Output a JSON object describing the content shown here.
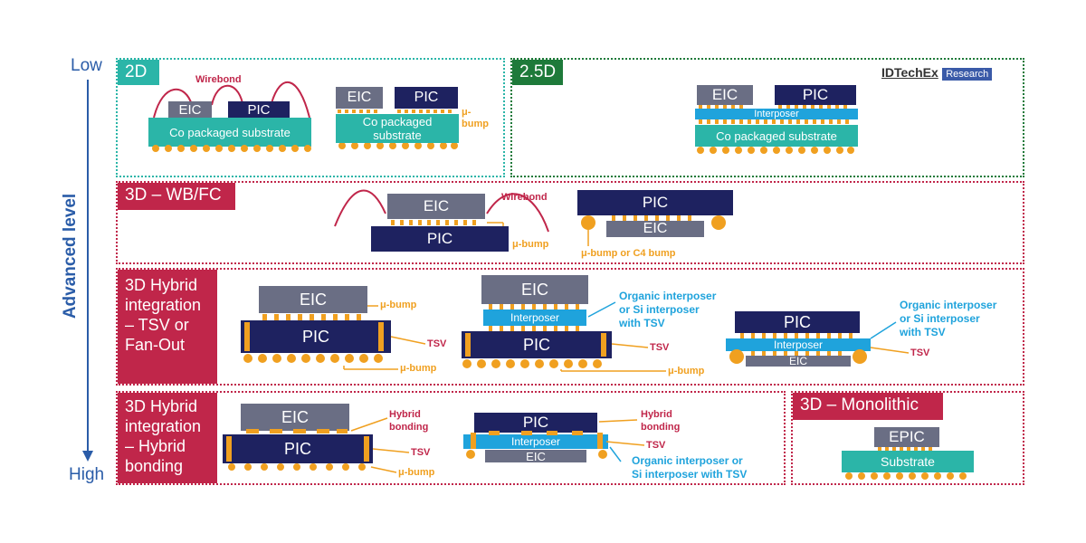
{
  "axis": {
    "low": "Low",
    "high": "High",
    "title": "Advanced level"
  },
  "brand": {
    "name": "IDTechEx",
    "tag": "Research"
  },
  "panels": {
    "p2d": {
      "title": "2D",
      "wirebond": "Wirebond",
      "eic": "EIC",
      "pic": "PIC",
      "substrate": "Co packaged substrate",
      "eic2": "EIC",
      "pic2": "PIC",
      "substrate2a": "Co packaged",
      "substrate2b": "substrate",
      "ubump_a": "μ-",
      "ubump_b": "bump"
    },
    "p25d": {
      "title": "2.5D",
      "eic": "EIC",
      "pic": "PIC",
      "interposer": "Interposer",
      "substrate": "Co packaged substrate"
    },
    "p3dwb": {
      "title": "3D – WB/FC",
      "eic": "EIC",
      "pic": "PIC",
      "wirebond": "Wirebond",
      "ubump": "μ-bump",
      "pic2": "PIC",
      "eic2": "EIC",
      "c4": "μ-bump or C4 bump"
    },
    "p3dtsv": {
      "title_1": "3D Hybrid",
      "title_2": "integration",
      "title_3": "– TSV or",
      "title_4": "Fan-Out",
      "a_eic": "EIC",
      "a_pic": "PIC",
      "a_ubump": "μ-bump",
      "a_tsv": "TSV",
      "a_ubump2": "μ-bump",
      "b_eic": "EIC",
      "b_interposer": "Interposer",
      "b_pic": "PIC",
      "b_note_1": "Organic interposer",
      "b_note_2": "or Si interposer",
      "b_note_3": "with TSV",
      "b_tsv": "TSV",
      "b_ubump": "μ-bump",
      "c_pic": "PIC",
      "c_interposer": "Interposer",
      "c_eic": "EIC",
      "c_note_1": "Organic interposer",
      "c_note_2": "or Si interposer",
      "c_note_3": "with TSV",
      "c_tsv": "TSV"
    },
    "p3dhb": {
      "title_1": "3D Hybrid",
      "title_2": "integration",
      "title_3": "– Hybrid",
      "title_4": "bonding",
      "a_eic": "EIC",
      "a_pic": "PIC",
      "a_hb_1": "Hybrid",
      "a_hb_2": "bonding",
      "a_tsv": "TSV",
      "a_ubump": "μ-bump",
      "b_pic": "PIC",
      "b_interposer": "Interposer",
      "b_eic": "EIC",
      "b_hb_1": "Hybrid",
      "b_hb_2": "bonding",
      "b_tsv": "TSV",
      "b_note_1": "Organic interposer or",
      "b_note_2": "Si interposer with TSV"
    },
    "p3dmono": {
      "title": "3D – Monolithic",
      "epic": "EPIC",
      "substrate": "Substrate"
    }
  },
  "colors": {
    "teal": "#2bb5a8",
    "green": "#1e7a3a",
    "crimson": "#c0264a",
    "navy": "#1e2260",
    "grey": "#6a6e84",
    "orange": "#f0a020",
    "cyan": "#1fa3dc"
  }
}
